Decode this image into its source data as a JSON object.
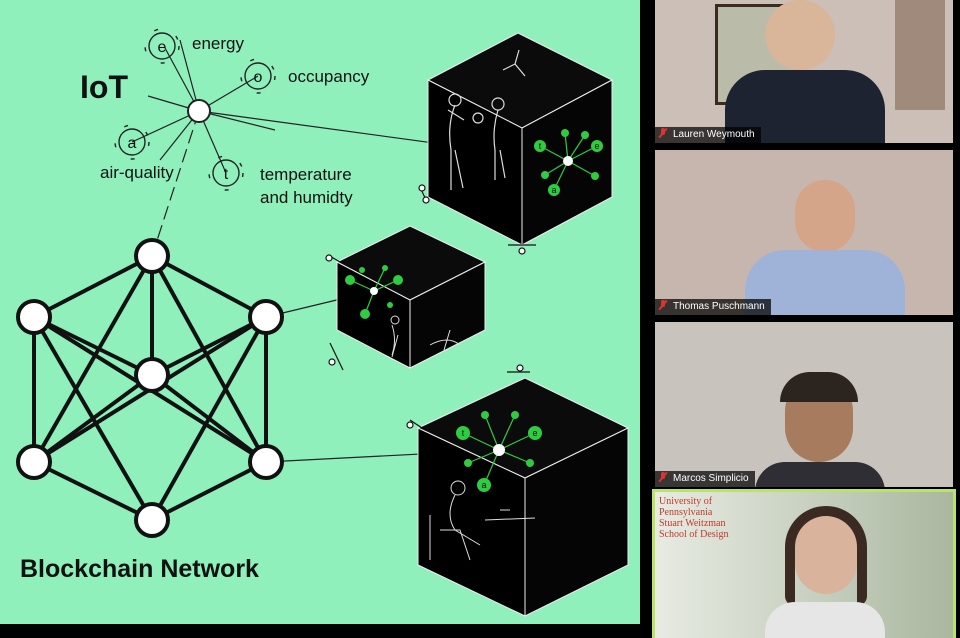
{
  "slide": {
    "iot_title": "IoT",
    "blockchain_title": "Blockchain Network",
    "sensors": [
      {
        "letter": "e",
        "label": "energy"
      },
      {
        "letter": "o",
        "label": "occupancy"
      },
      {
        "letter": "a",
        "label": "air-quality"
      },
      {
        "letter": "t",
        "label": "temperature",
        "label2": "and humidty"
      }
    ],
    "colors": {
      "background": "#8ff0bb",
      "cube": "#000000",
      "sensor_dot": "#2ecc40"
    }
  },
  "participants": [
    {
      "name": "Lauren Weymouth",
      "muted": true
    },
    {
      "name": "Thomas Puschmann",
      "muted": true
    },
    {
      "name": "Marcos Simplicio",
      "muted": true
    },
    {
      "name": "",
      "muted": false,
      "active_speaker": true,
      "background_text": [
        "University of",
        "Pennsylvania",
        "Stuart Weitzman",
        "School of Design"
      ]
    }
  ]
}
